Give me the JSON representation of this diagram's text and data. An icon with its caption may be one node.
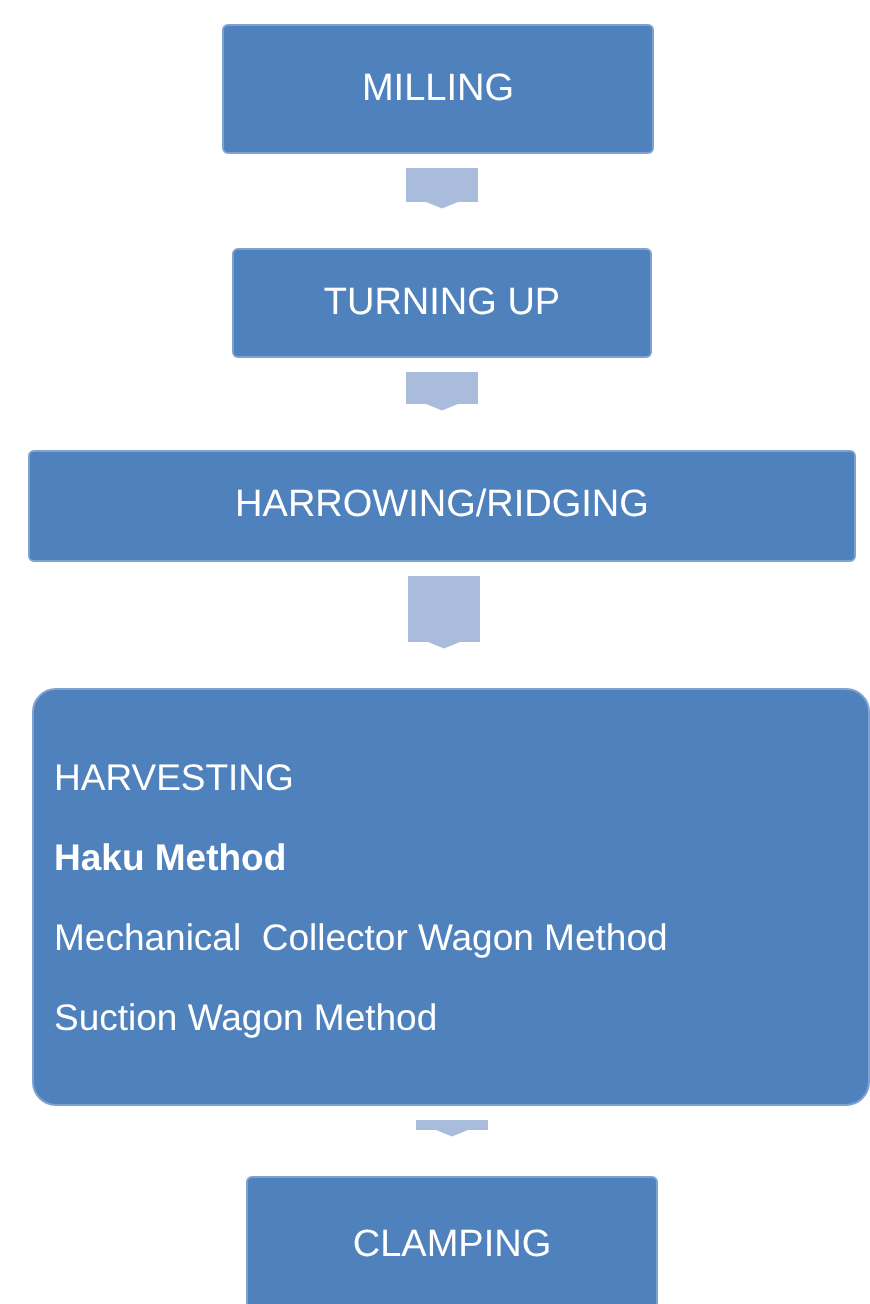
{
  "diagram": {
    "nodes": [
      {
        "text": [
          "MILLING"
        ]
      },
      {
        "text": [
          "TURNING UP"
        ]
      },
      {
        "text": [
          "HARROWING/RIDGING"
        ]
      },
      {
        "text": [
          "HARVESTING",
          "Haku Method",
          "Mechanical  Collector Wagon Method",
          "Suction Wagon Method"
        ]
      },
      {
        "text": [
          "CLAMPING"
        ]
      }
    ],
    "edges": [
      {
        "from": 0,
        "to": 1,
        "arrow": "to"
      },
      {
        "from": 1,
        "to": 2,
        "arrow": "to"
      },
      {
        "from": 2,
        "to": 3,
        "arrow": "to"
      },
      {
        "from": 3,
        "to": 4,
        "arrow": "to"
      }
    ]
  }
}
